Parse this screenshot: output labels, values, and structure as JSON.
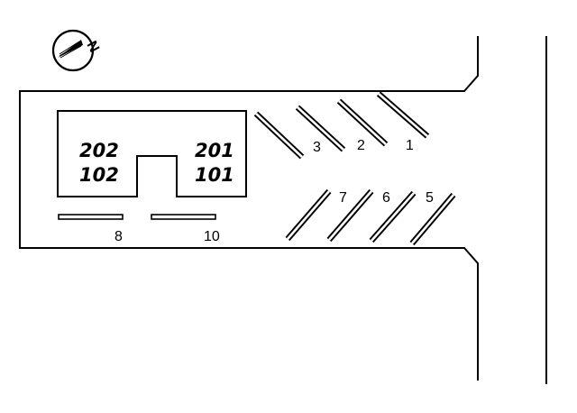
{
  "compass": {
    "letter": "N",
    "icon": "north-arrow-icon"
  },
  "building": {
    "units_left": [
      "202",
      "102"
    ],
    "units_right": [
      "201",
      "101"
    ]
  },
  "parking_slots": [
    {
      "label": "1",
      "orientation": "diagonal-down"
    },
    {
      "label": "2",
      "orientation": "diagonal-down"
    },
    {
      "label": "3",
      "orientation": "diagonal-down"
    },
    {
      "label": "5",
      "orientation": "diagonal-up"
    },
    {
      "label": "6",
      "orientation": "diagonal-up"
    },
    {
      "label": "7",
      "orientation": "diagonal-up"
    },
    {
      "label": "8",
      "orientation": "horizontal"
    },
    {
      "label": "10",
      "orientation": "horizontal"
    }
  ],
  "colors": {
    "line": "#000000",
    "background": "#ffffff"
  }
}
